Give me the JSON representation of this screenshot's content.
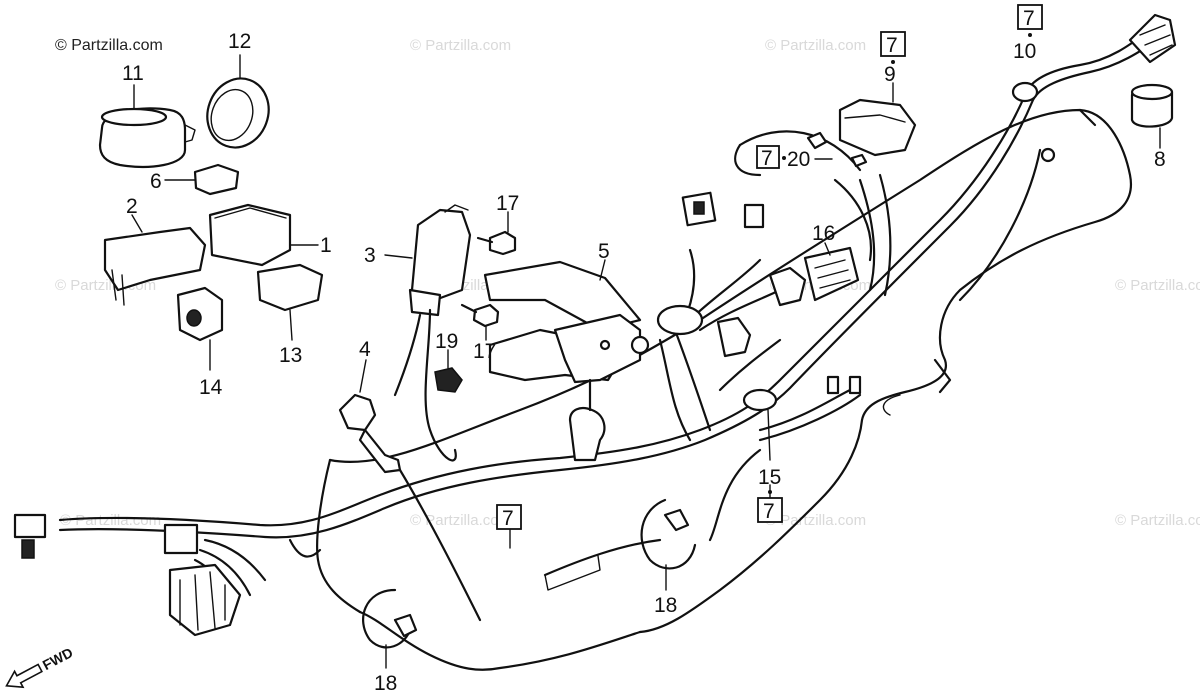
{
  "copyright": "© Partzilla.com",
  "watermark": "© Partzilla.com",
  "fwd_label": "FWD",
  "colors": {
    "line": "#111111",
    "watermark": "#d9d9d9",
    "background": "#ffffff"
  },
  "callouts": {
    "c1": "1",
    "c2": "2",
    "c3": "3",
    "c4": "4",
    "c5": "5",
    "c6": "6",
    "c8": "8",
    "c9": "9",
    "c10": "10",
    "c11": "11",
    "c12": "12",
    "c13": "13",
    "c14": "14",
    "c15": "15",
    "c16": "16",
    "c17a": "17",
    "c17b": "17",
    "c18a": "18",
    "c18b": "18",
    "c19": "19",
    "c20": "20"
  },
  "boxed": {
    "b9": "7",
    "b10": "7",
    "b20": "7",
    "b7": "7",
    "b15": "7"
  }
}
